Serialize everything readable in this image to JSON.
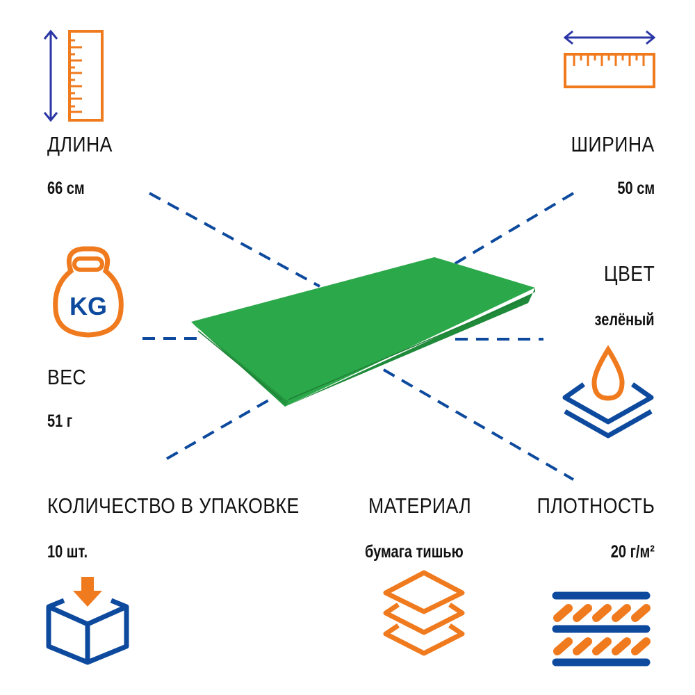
{
  "colors": {
    "orange": "#F07A1E",
    "blue": "#0D4A9E",
    "navy": "#2B36A6",
    "green": "#2BA84A"
  },
  "specs": {
    "length": {
      "label": "ДЛИНА",
      "value": "66 см",
      "icon": "ruler-vertical-icon"
    },
    "width": {
      "label": "ШИРИНА",
      "value": "50 см",
      "icon": "ruler-horizontal-icon"
    },
    "weight": {
      "label": "ВЕС",
      "value": "51 г",
      "icon": "kettlebell-kg-icon",
      "icon_text": "KG"
    },
    "color": {
      "label": "ЦВЕТ",
      "value": "зелёный",
      "icon": "drop-layers-icon"
    },
    "quantity": {
      "label": "КОЛИЧЕСТВО В УПАКОВКЕ",
      "value": "10 шт.",
      "icon": "box-arrow-icon"
    },
    "material": {
      "label": "МАТЕРИАЛ",
      "value": "бумага тишью",
      "icon": "layers-icon"
    },
    "density": {
      "label": "ПЛОТНОСТЬ",
      "value": "20 г/м²",
      "icon": "density-layers-icon"
    }
  }
}
